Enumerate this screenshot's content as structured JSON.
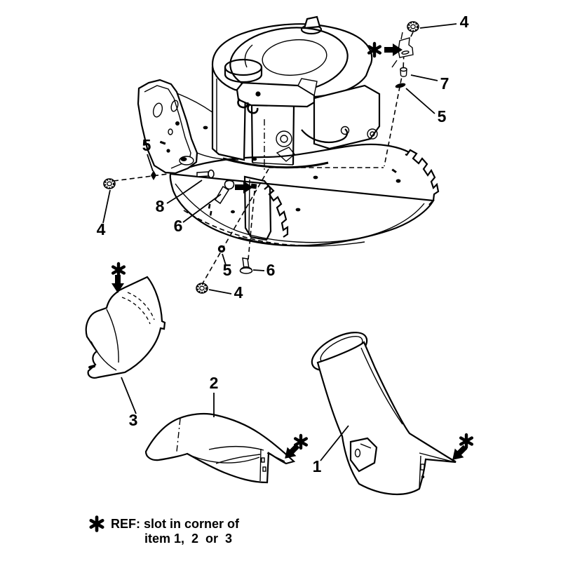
{
  "figure": {
    "type": "exploded-parts-diagram",
    "subject": "lawn mower deck, engine and discharge chute parts",
    "colors": {
      "background": "#ffffff",
      "line": "#000000"
    },
    "callouts": [
      {
        "id": "4-top",
        "label": "4"
      },
      {
        "id": "7-right",
        "label": "7"
      },
      {
        "id": "5-right",
        "label": "5"
      },
      {
        "id": "5-left",
        "label": "5"
      },
      {
        "id": "4-left",
        "label": "4"
      },
      {
        "id": "8-deck",
        "label": "8"
      },
      {
        "id": "6-left",
        "label": "6"
      },
      {
        "id": "5-mid",
        "label": "5"
      },
      {
        "id": "6-mid",
        "label": "6"
      },
      {
        "id": "4-mid",
        "label": "4"
      },
      {
        "id": "3-deflector",
        "label": "3"
      },
      {
        "id": "2-deflector",
        "label": "2"
      },
      {
        "id": "1-chute",
        "label": "1"
      }
    ],
    "ref_note": {
      "marker": "✱",
      "line1": "REF: slot in corner of",
      "line2": "item 1,  2  or  3"
    },
    "markers": {
      "slot_marker_glyph": "✱",
      "arrow_glyph": "➡"
    },
    "icons": [
      "flange-nut-icon",
      "washer-icon",
      "lock-washer-icon",
      "spacer-icon",
      "carriage-bolt-icon",
      "clip-bracket-icon",
      "slot-marker-icon",
      "direction-arrow-icon"
    ]
  }
}
